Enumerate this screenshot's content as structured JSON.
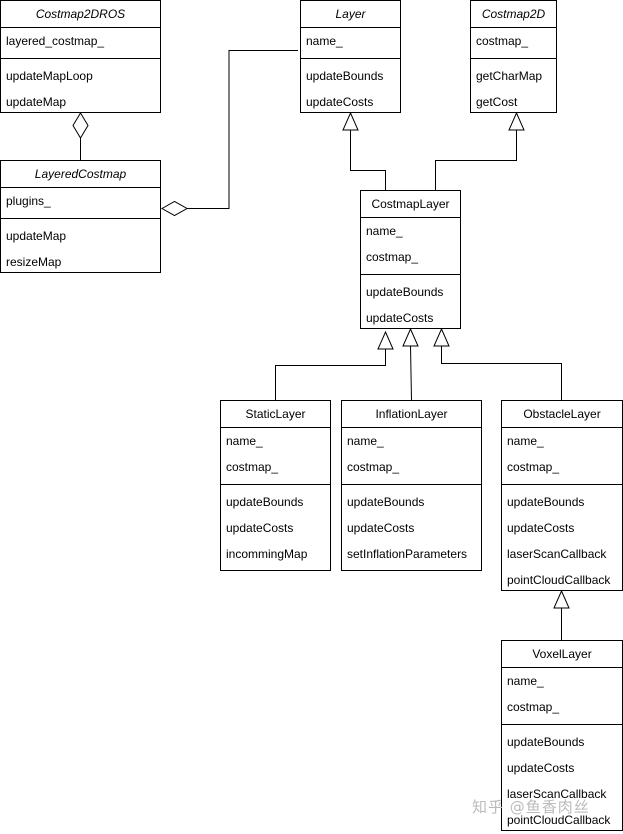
{
  "classes": {
    "costmap2dros": {
      "name": "Costmap2DROS",
      "attrs": [
        "layered_costmap_"
      ],
      "ops": [
        "updateMapLoop",
        "updateMap"
      ]
    },
    "layer": {
      "name": "Layer",
      "attrs": [
        "name_"
      ],
      "ops": [
        "updateBounds",
        "updateCosts"
      ]
    },
    "costmap2d": {
      "name": "Costmap2D",
      "attrs": [
        "costmap_"
      ],
      "ops": [
        "getCharMap",
        "getCost"
      ]
    },
    "layeredcostmap": {
      "name": "LayeredCostmap",
      "attrs": [
        "plugins_"
      ],
      "ops": [
        "updateMap",
        "resizeMap"
      ]
    },
    "costmaplayer": {
      "name": "CostmapLayer",
      "attrs": [
        "name_",
        "costmap_"
      ],
      "ops": [
        "updateBounds",
        "updateCosts"
      ]
    },
    "staticlayer": {
      "name": "StaticLayer",
      "attrs": [
        "name_",
        "costmap_"
      ],
      "ops": [
        "updateBounds",
        "updateCosts",
        "incommingMap"
      ]
    },
    "inflationlayer": {
      "name": "InflationLayer",
      "attrs": [
        "name_",
        "costmap_"
      ],
      "ops": [
        "updateBounds",
        "updateCosts",
        "setInflationParameters"
      ]
    },
    "obstaclelayer": {
      "name": "ObstacleLayer",
      "attrs": [
        "name_",
        "costmap_"
      ],
      "ops": [
        "updateBounds",
        "updateCosts",
        "laserScanCallback",
        "pointCloudCallback"
      ]
    },
    "voxellayer": {
      "name": "VoxelLayer",
      "attrs": [
        "name_",
        "costmap_"
      ],
      "ops": [
        "updateBounds",
        "updateCosts",
        "laserScanCallback",
        "pointCloudCallback"
      ]
    }
  },
  "watermark": "知乎 @鱼香肉丝"
}
